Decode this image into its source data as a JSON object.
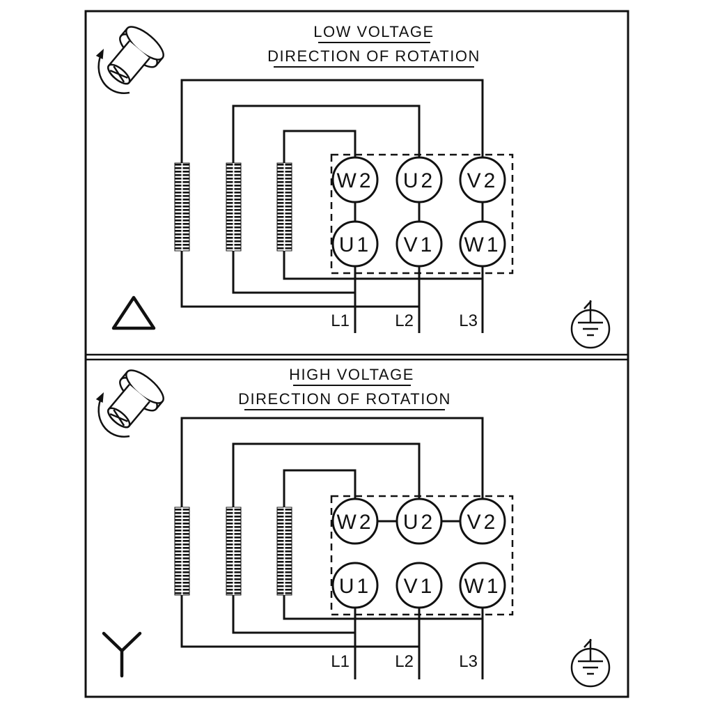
{
  "panels": [
    {
      "id": "low-voltage",
      "title": "LOW VOLTAGE",
      "subtitle": "DIRECTION OF ROTATION",
      "connection": "delta",
      "terminals_top": [
        "W2",
        "U2",
        "V2"
      ],
      "terminals_bottom": [
        "U1",
        "V1",
        "W1"
      ],
      "supply_lines": [
        "L1",
        "L2",
        "L3"
      ],
      "jumper_links": [
        [
          "W2",
          "U1"
        ],
        [
          "U2",
          "V1"
        ],
        [
          "V2",
          "W1"
        ]
      ],
      "icons": {
        "rotation": "rotation-direction-icon",
        "connection": "delta-icon",
        "ground": "earth-ground-icon"
      }
    },
    {
      "id": "high-voltage",
      "title": "HIGH VOLTAGE",
      "subtitle": "DIRECTION OF ROTATION",
      "connection": "star",
      "terminals_top": [
        "W2",
        "U2",
        "V2"
      ],
      "terminals_bottom": [
        "U1",
        "V1",
        "W1"
      ],
      "supply_lines": [
        "L1",
        "L2",
        "L3"
      ],
      "jumper_links": [
        [
          "W2",
          "U2"
        ],
        [
          "U2",
          "V2"
        ]
      ],
      "icons": {
        "rotation": "rotation-direction-icon",
        "connection": "star-icon",
        "ground": "earth-ground-icon"
      }
    }
  ],
  "colors": {
    "ink": "#111111",
    "paper": "#ffffff"
  }
}
